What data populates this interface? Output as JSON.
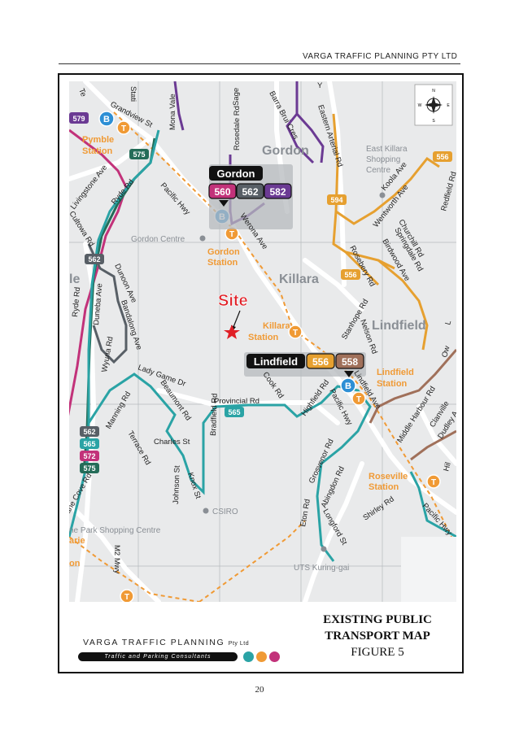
{
  "header": {
    "company": "VARGA TRAFFIC PLANNING PTY LTD"
  },
  "page_number": "20",
  "figure": {
    "line1": "EXISTING PUBLIC",
    "line2": "TRANSPORT MAP",
    "line3": "FIGURE 5"
  },
  "logo": {
    "name": "VARGA TRAFFIC PLANNING",
    "suffix": "Pty Ltd",
    "tagline": "Traffic and Parking Consultants"
  },
  "colors": {
    "map_bg": "#e9eaeb",
    "road": "#ffffff",
    "teal": "#2aa3a5",
    "dark_green": "#246c58",
    "purple": "#6b3a93",
    "magenta": "#c2327a",
    "orange": "#e6a030",
    "rail": "#f09a35",
    "brown": "#a0705a",
    "grey_route": "#585f66",
    "site_red": "#e01f26",
    "station_blue": "#2d8fd5"
  },
  "map": {
    "compass": {
      "n": "N",
      "s": "S",
      "e": "E",
      "w": "W"
    },
    "suburbs": [
      "Gordon",
      "Killara",
      "Lindfield",
      "le"
    ],
    "station_labels": {
      "pymble": [
        "Pymble",
        "Station"
      ],
      "gordon": [
        "Gordon",
        "Station"
      ],
      "killara": [
        "Killara",
        "Station"
      ],
      "lindfield": [
        "Lindfield",
        "Station"
      ],
      "roseville": [
        "Roseville",
        "Station"
      ]
    },
    "places": {
      "gordon_centre": "Gordon Centre",
      "east_killara": [
        "East Killara",
        "Shopping",
        "Centre"
      ],
      "csiro": "CSIRO",
      "uts": "UTS Kuring-gai",
      "park_shopping": "ne Park Shopping Centre",
      "arie": "arie",
      "on": "on"
    },
    "site": "Site",
    "interchanges": {
      "gordon": {
        "name": "Gordon",
        "routes": [
          "560",
          "562",
          "582"
        ]
      },
      "lindfield": {
        "name": "Lindfield",
        "routes": [
          "556",
          "558"
        ]
      }
    },
    "route_badges": {
      "r579": "579",
      "r575a": "575",
      "r594": "594",
      "r556a": "556",
      "r556b": "556",
      "r562a": "562",
      "r565a": "565",
      "r562b": "562",
      "r565b": "565",
      "r572": "572",
      "r575b": "575"
    },
    "station_markers": {
      "bus": "B",
      "train": "T"
    },
    "streets": {
      "telopea": "Te",
      "stati": "Stati",
      "grandview": "Grandview St",
      "mona_vale": "Mona Vale",
      "rosedale": "Rosedale Rd",
      "sage": "Sage",
      "barra_brui": "Barra Brui Cres",
      "eastern_arterial": "Eastern Arterial Rd",
      "y": "Y",
      "livingstone": "Livingstone Ave",
      "ryde_rd": "Ryde Rd",
      "cultowa": "Cultowa Rd",
      "pacific_hwy_1": "Pacific Hwy",
      "werona": "Werona Ave",
      "koola": "Koola Ave",
      "redfield": "Redfield Rd",
      "wentworth": "Wentworth Ave",
      "churchill": "Churchill Rd",
      "springdale": "Springdale Rd",
      "birdwood": "Birdwood Ave",
      "rosebery": "Rosebery Rd",
      "dunoon": "Dunoon Ave",
      "duneba": "Duneba Ave",
      "ryde_rd_2": "Ryde Rd",
      "bandalong": "Bandalong Ave",
      "wyuna": "Wyuna Rd",
      "stanhope": "Stanhope Rd",
      "nelson": "Nelson Rd",
      "cook": "Cook Rd",
      "highfield": "Highfield Rd",
      "lindfield_ave": "Lindfield Ave",
      "pacific_hwy_2": "Pacific Hwy",
      "lady_game": "Lady Game Dr",
      "beaumont": "Beaumont Rd",
      "manning": "Manning Rd",
      "terrace": "Terrace Rd",
      "provincial": "Provincial Rd",
      "charles": "Charles St",
      "bradfield": "Bradfield Rd",
      "johnson": "Johnson St",
      "knox": "Knox St",
      "middle_harbour": "Middle Harbour Rd",
      "clanville": "Clanville",
      "dudley": "Dudley A",
      "ow": "Ow",
      "hil": "Hil",
      "l_edge": "L",
      "grosvenor": "Grosvenor Rd",
      "abingdon": "Abingdon Rd",
      "eton": "Eton Rd",
      "shirley": "Shirley Rd",
      "pacific_hwy_3": "Pacific Hwy",
      "lane_cove": "ane Cove Rd",
      "m2": "M2 Mwy",
      "longford": "Longford St"
    }
  }
}
